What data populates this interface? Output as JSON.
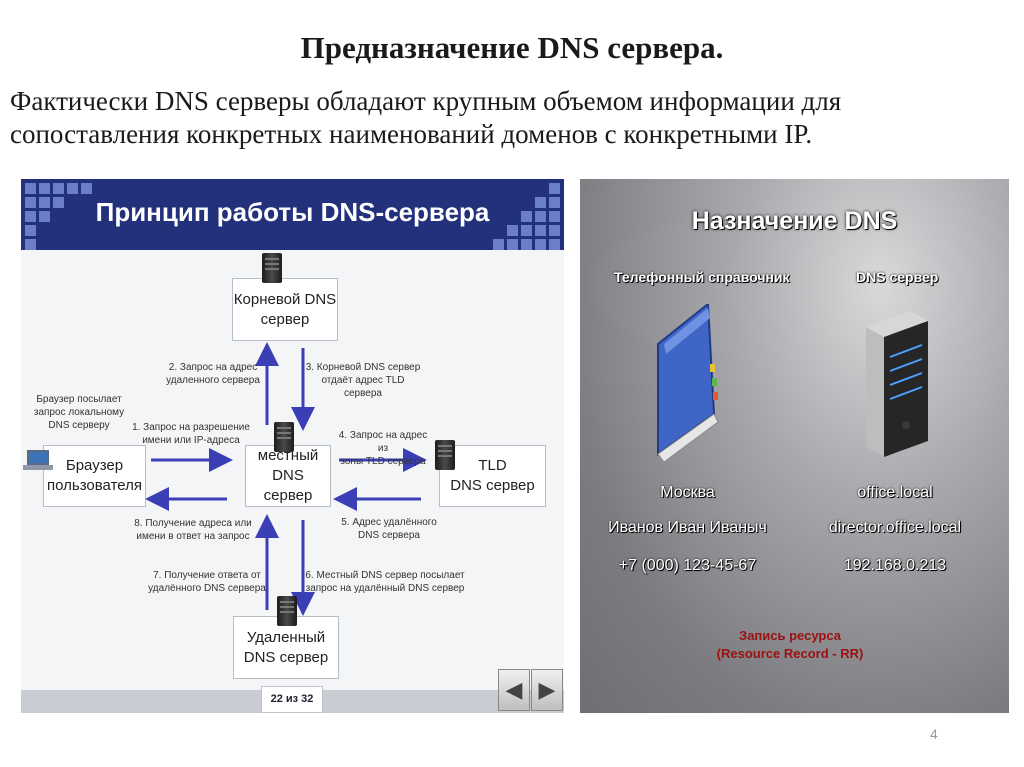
{
  "slide": {
    "title": "Предназначение DNS сервера.",
    "body_line1": "Фактически DNS серверы обладают крупным объемом информации для",
    "body_line2": "сопоставления конкретных наименований доменов с конкретными IP.",
    "page_number": "4"
  },
  "left_diagram": {
    "header_title": "Принцип работы DNS-сервера",
    "nodes": {
      "root_line1": "Корневой DNS",
      "root_line2": "сервер",
      "local_line1": "местный",
      "local_line2": "DNS сервер",
      "browser_line1": "Браузер",
      "browser_line2": "пользователя",
      "tld_line1": "TLD",
      "tld_line2": "DNS сервер",
      "remote_line1": "Удаленный",
      "remote_line2": "DNS сервер"
    },
    "notes": {
      "browser_note_1": "Браузер посылает",
      "browser_note_2": "запрос локальному",
      "browser_note_3": "DNS серверу",
      "step1_1": "1. Запрос на разрешение",
      "step1_2": "имени или IP-адреса",
      "step2_1": "2. Запрос на адрес",
      "step2_2": "удаленного сервера",
      "step3_1": "3. Корневой DNS сервер",
      "step3_2": "отдаёт адрес TLD сервера",
      "step4_1": "4. Запрос на адрес из",
      "step4_2": "зоны TLD сервера",
      "step5_1": "5. Адрес удалённого",
      "step5_2": "DNS сервера",
      "step6_1": "6. Местный DNS сервер посылает",
      "step6_2": "запрос на удалённый DNS сервер",
      "step7_1": "7. Получение ответа от",
      "step7_2": "удалённого DNS сервера",
      "step8_1": "8. Получение адреса или",
      "step8_2": "имени в ответ на запрос"
    },
    "pager": "22 из 32"
  },
  "right_panel": {
    "title": "Назначение DNS",
    "left_head": "Телефонный справочник",
    "right_head": "DNS сервер",
    "phonebook_city": "Москва",
    "phonebook_name": "Иванов Иван Иваныч",
    "phonebook_phone": "+7 (000) 123-45-67",
    "dns_zone": "office.local",
    "dns_host": "director.office.local",
    "dns_ip": "192.168.0.213",
    "record_line1": "Запись ресурса",
    "record_line2": "(Resource Record - RR)"
  },
  "colors": {
    "header_blue": "#23307b",
    "record_red": "#9b1111"
  }
}
